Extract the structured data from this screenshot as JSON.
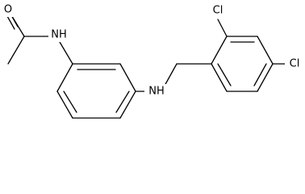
{
  "molecule": {
    "labels": {
      "carbonyl_oxygen": "O",
      "amide_nh": "NH",
      "amine_nh": "NH",
      "chloro_top": "Cl",
      "chloro_right": "Cl"
    },
    "colors": {
      "bond": "#000000",
      "text": "#000000",
      "background": "#ffffff"
    }
  }
}
